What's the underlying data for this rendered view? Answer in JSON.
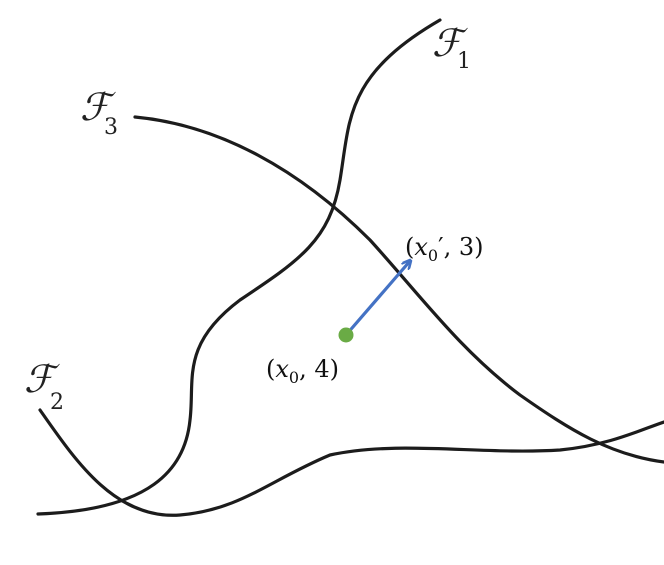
{
  "families": [
    {
      "letter": "ℱ",
      "sub": "1"
    },
    {
      "letter": "ℱ",
      "sub": "2"
    },
    {
      "letter": "ℱ",
      "sub": "3"
    }
  ],
  "points": {
    "start": {
      "var": "x",
      "sub": "0",
      "prime": "",
      "value": "4"
    },
    "end": {
      "var": "x",
      "sub": "0",
      "prime": "′",
      "value": "3"
    }
  },
  "colors": {
    "curve": "#1c1c1c",
    "point": "#6aab45",
    "arrow": "#4472c4"
  }
}
